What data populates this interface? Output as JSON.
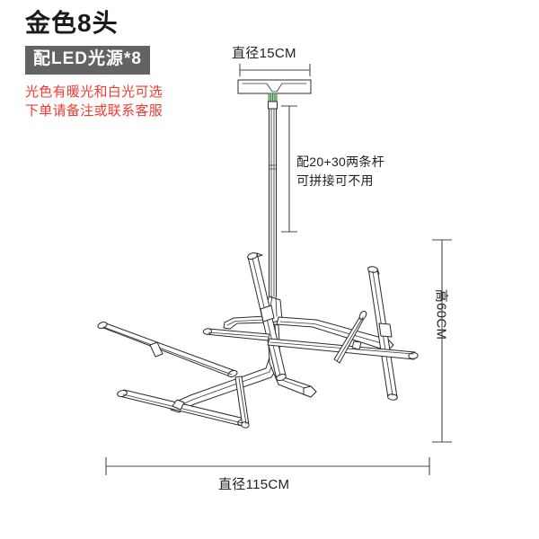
{
  "header": {
    "title": "金色8头",
    "led_banner": "配LED光源*8",
    "note_line_1": "光色有暖光和白光可选",
    "note_line_2": "下单请备注或联系客服",
    "banner_color": "#636363",
    "note_color": "#f23b30",
    "title_color": "#1a1a1a"
  },
  "diagram": {
    "product": "ceiling-chandelier-8-head",
    "line_color": "#2b2b2b",
    "connector_color": "#2e7d32",
    "dimensions": {
      "canopy_diameter": "直径15CM",
      "overall_diameter": "直径115CM",
      "overall_height": "高60CM",
      "rod_note_line_1": "配20+30两条杆",
      "rod_note_line_2": "可拼接可不用"
    }
  }
}
